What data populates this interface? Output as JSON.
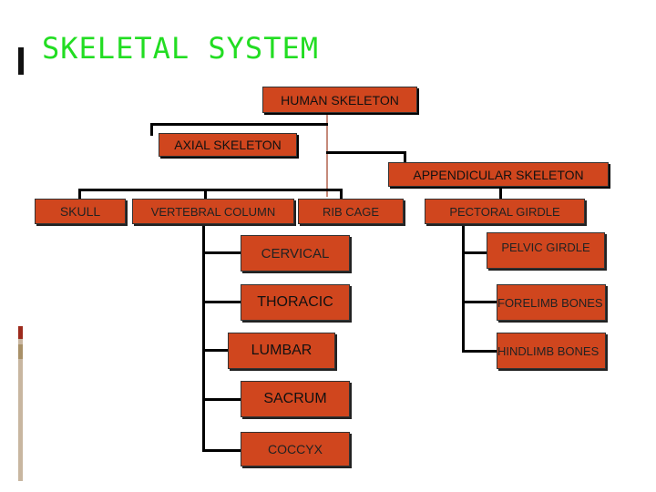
{
  "title": "SKELETAL  SYSTEM",
  "nodes": {
    "human_skeleton": "HUMAN SKELETON",
    "axial_skeleton": "AXIAL SKELETON",
    "appendicular_skeleton": "APPENDICULAR SKELETON",
    "skull": "SKULL",
    "vertebral_column": "VERTEBRAL COLUMN",
    "rib_cage": "RIB CAGE",
    "pectoral_girdle": "PECTORAL GIRDLE",
    "cervical": "CERVICAL",
    "thoracic": "THORACIC",
    "lumbar": "LUMBAR",
    "sacrum": "SACRUM",
    "coccyx": "COCCYX",
    "pelvic_girdle": "PELVIC GIRDLE",
    "forelimb_bones": "FORELIMB BONES",
    "hindlimb_bones": "HINDLIMB BONES"
  },
  "colors": {
    "title": "#22dd22",
    "box_fill": "#d0461e",
    "connector": "#000000"
  }
}
